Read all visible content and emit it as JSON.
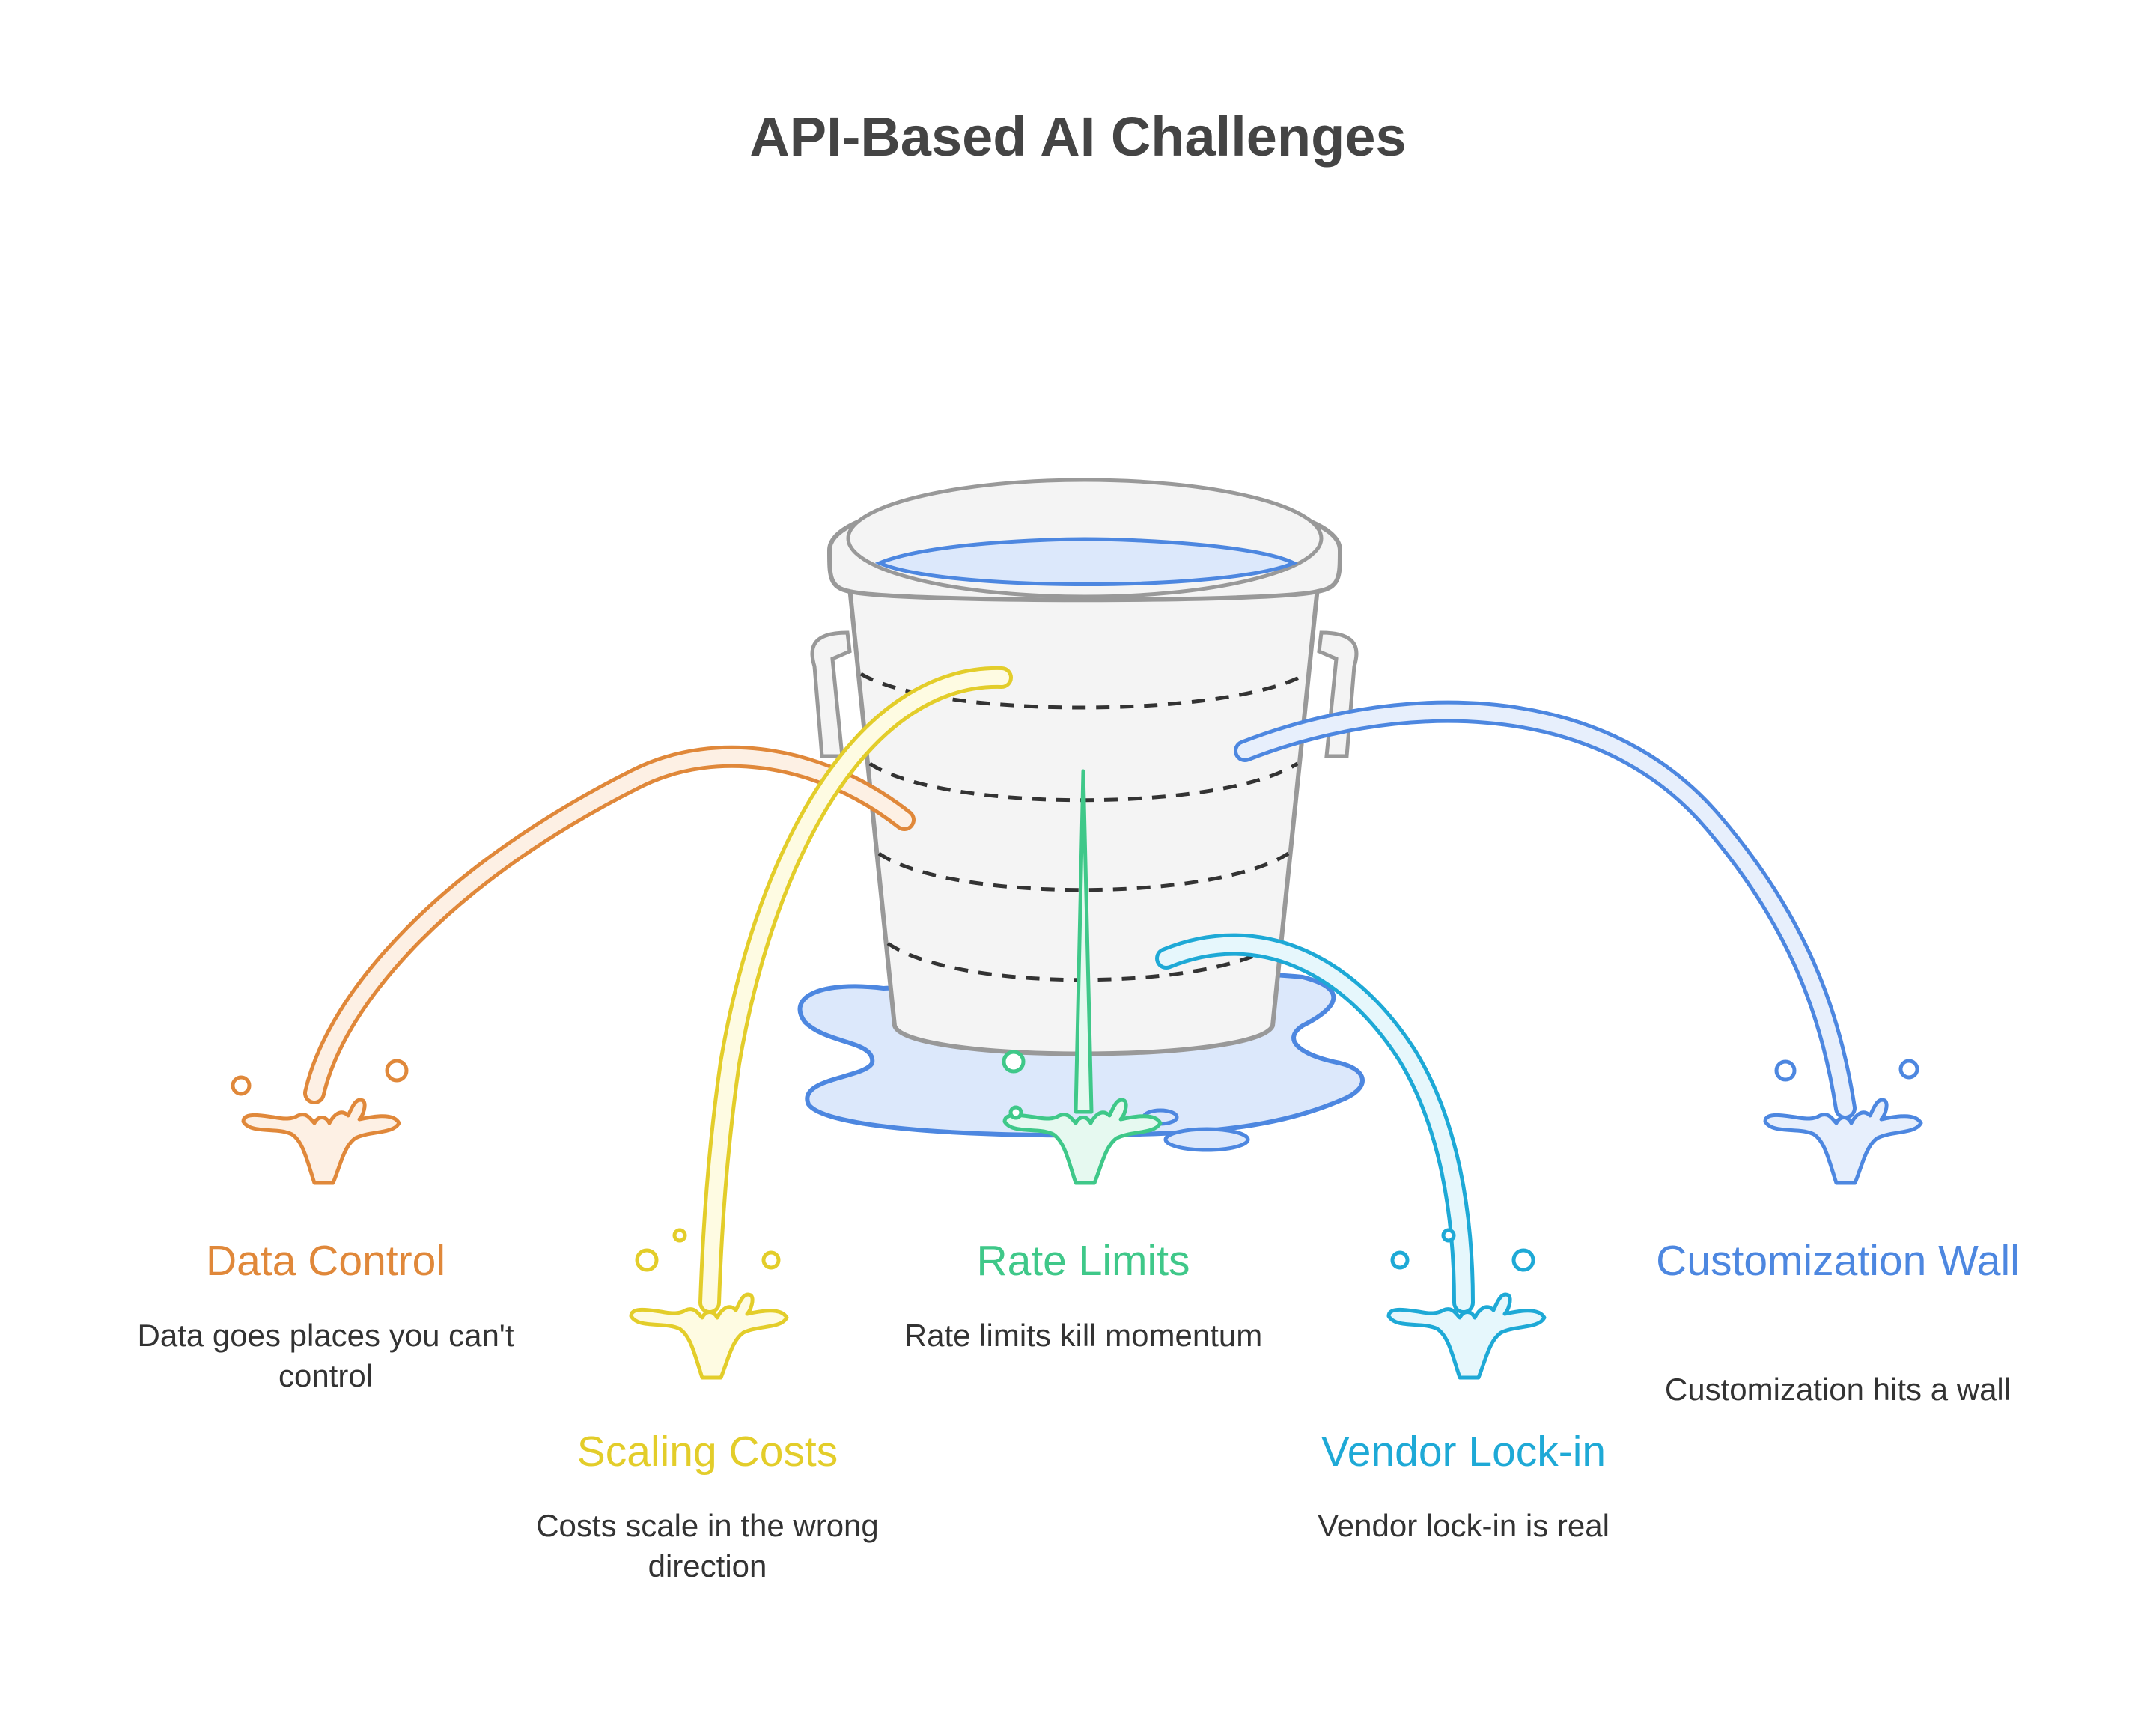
{
  "title": "API-Based AI Challenges",
  "colors": {
    "orange": "#E0883A",
    "yellow": "#E3CD2A",
    "green": "#3FC889",
    "cyan": "#1EA9D6",
    "blue": "#4D87E0",
    "bucket_stroke": "#999999",
    "bucket_fill": "#F4F4F4",
    "water_fill": "#DCE8FB"
  },
  "items": [
    {
      "key": "data-control",
      "label": "Data Control",
      "description": "Data goes places you can't control",
      "color": "orange",
      "icon": "splash-icon"
    },
    {
      "key": "scaling-costs",
      "label": "Scaling Costs",
      "description": "Costs scale in the wrong direction",
      "color": "yellow",
      "icon": "splash-icon"
    },
    {
      "key": "rate-limits",
      "label": "Rate Limits",
      "description": "Rate limits kill momentum",
      "color": "green",
      "icon": "splash-icon"
    },
    {
      "key": "vendor-lock-in",
      "label": "Vendor Lock-in",
      "description": "Vendor lock-in is real",
      "color": "cyan",
      "icon": "splash-icon"
    },
    {
      "key": "customization-wall",
      "label": "Customization Wall",
      "description": "Customization hits a wall",
      "color": "blue",
      "icon": "splash-icon"
    }
  ],
  "central_icon": "leaking-bucket-icon"
}
